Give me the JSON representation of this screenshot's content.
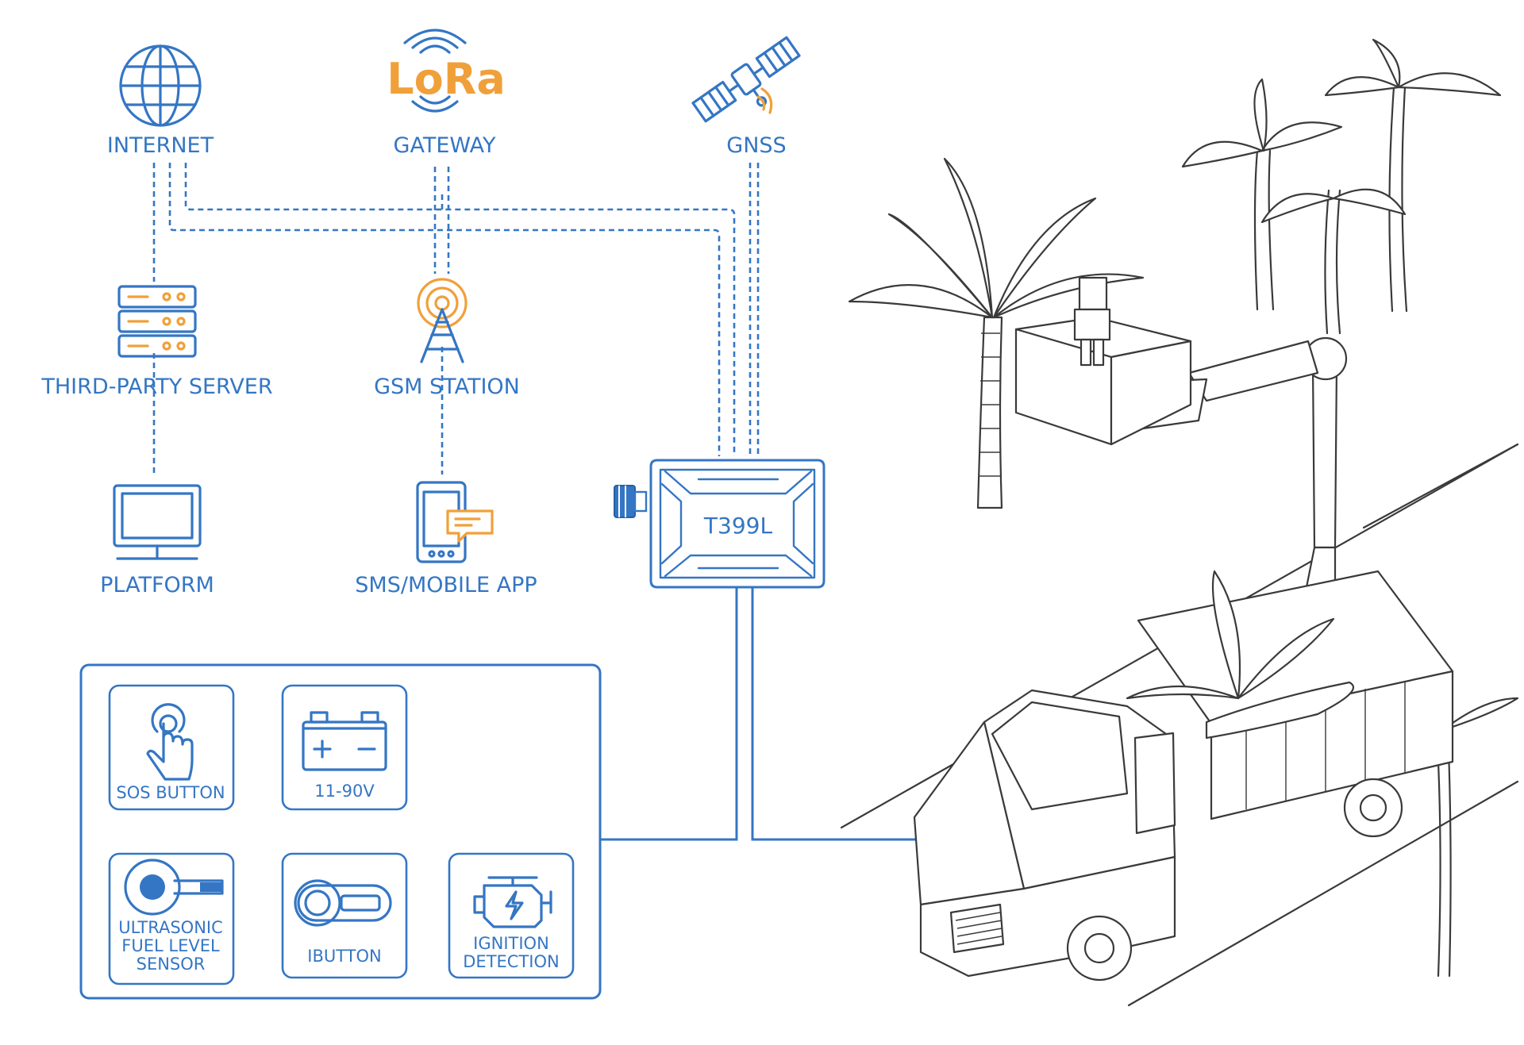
{
  "nodes": {
    "internet": "INTERNET",
    "lora_logo": "LoRa",
    "gateway": "GATEWAY",
    "gnss": "GNSS",
    "third_party_server": "THIRD-PARTY SERVER",
    "gsm_station": "GSM STATION",
    "platform": "PLATFORM",
    "sms_app": "SMS/MOBILE APP",
    "device": "T399L"
  },
  "peripherals": {
    "sos": "SOS BUTTON",
    "voltage": "11-90V",
    "fuel_line1": "ULTRASONIC",
    "fuel_line2": "FUEL LEVEL",
    "fuel_line3": "SENSOR",
    "ibutton": "IBUTTON",
    "ignition_line1": "IGNITION",
    "ignition_line2": "DETECTION"
  },
  "colors": {
    "blue": "#3476c4",
    "orange": "#f0a03a",
    "ink": "#3a3a3a"
  },
  "icons": [
    "globe-icon",
    "lora-signal-icon",
    "satellite-icon",
    "server-icon",
    "gsm-tower-icon",
    "monitor-icon",
    "phone-message-icon",
    "tracker-device",
    "tap-finger-icon",
    "battery-icon",
    "fuel-sensor-icon",
    "ibutton-key-icon",
    "engine-icon"
  ]
}
